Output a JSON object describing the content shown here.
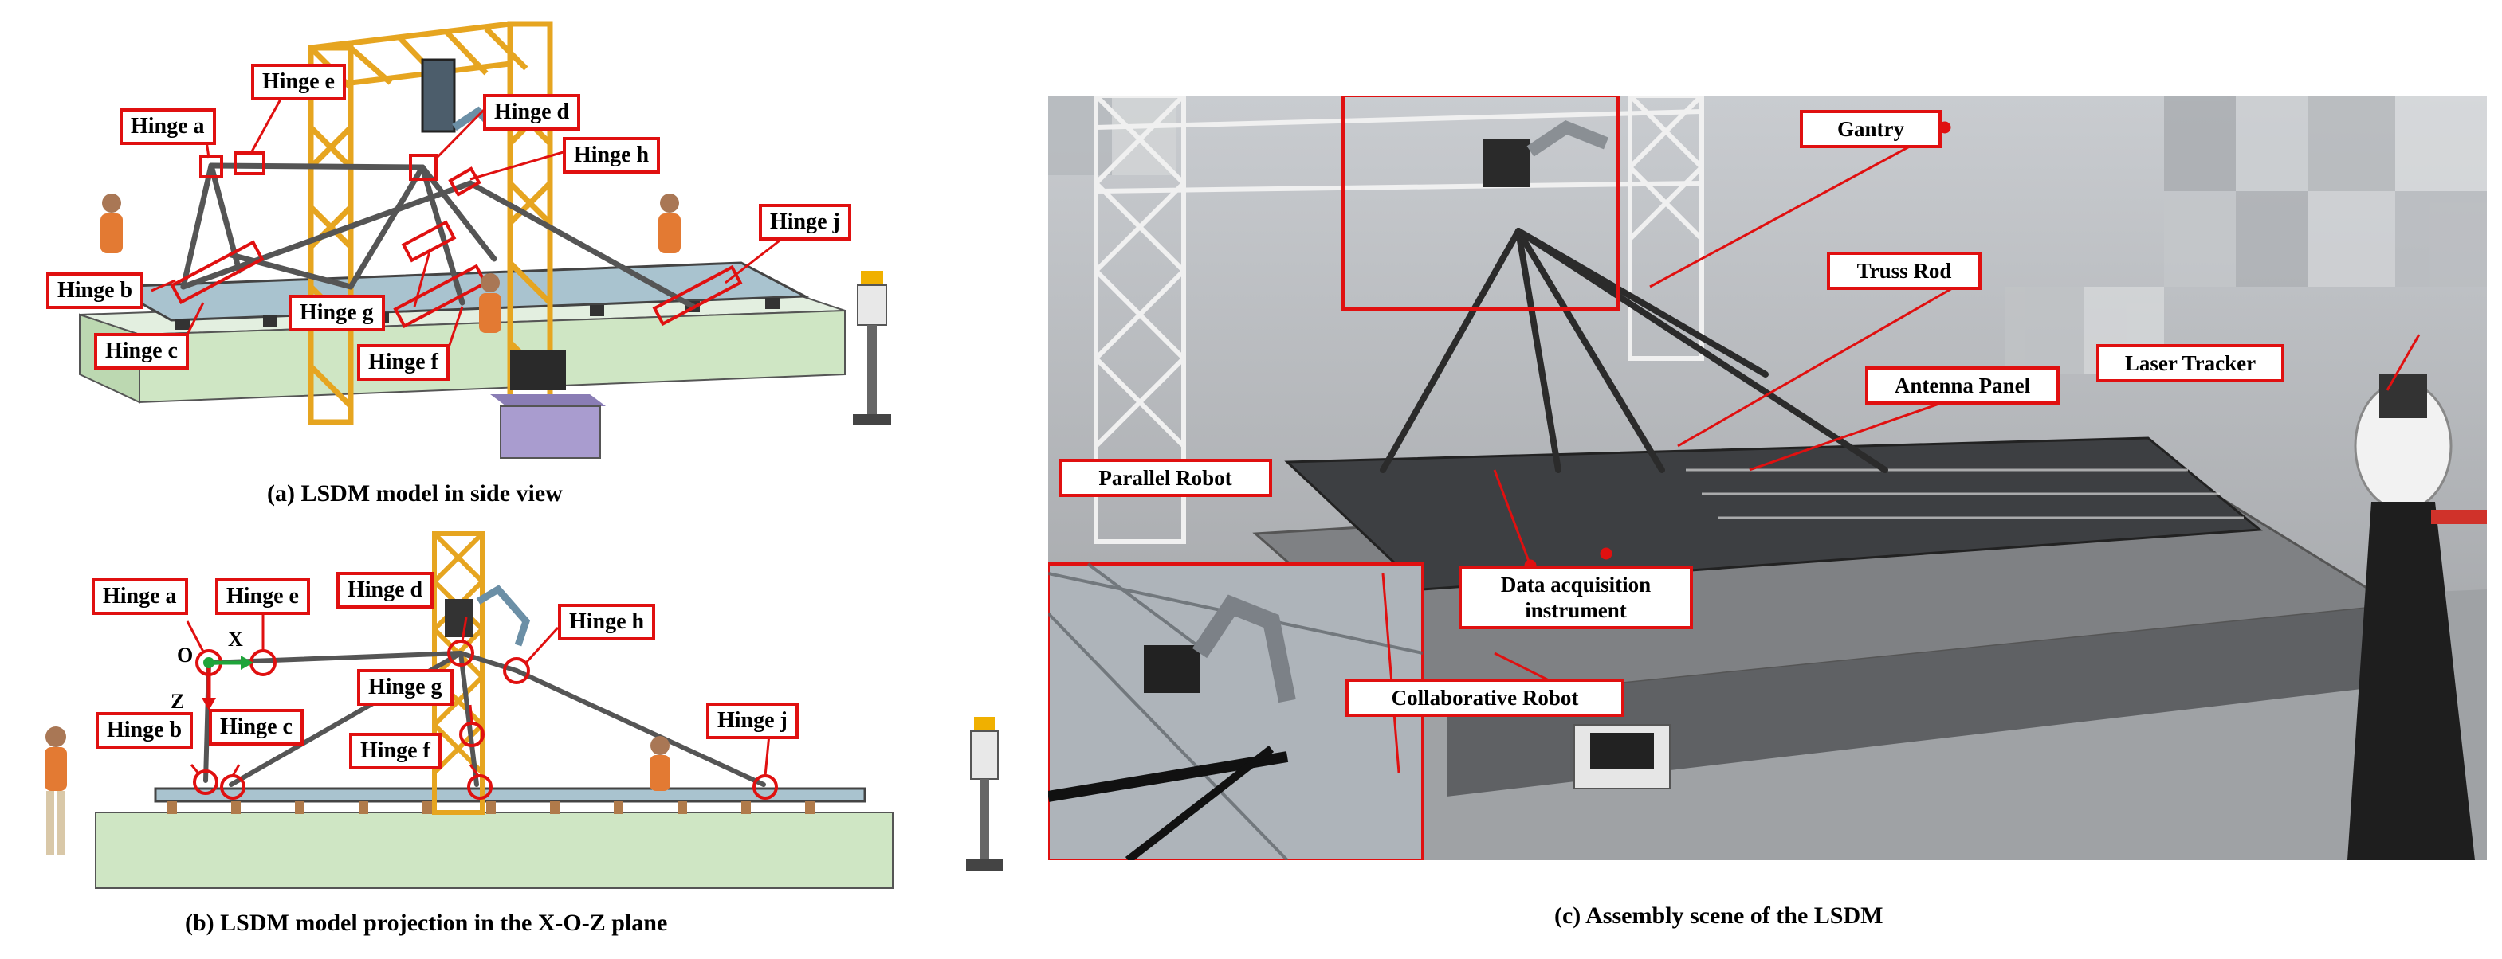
{
  "panel_a": {
    "caption": "(a)  LSDM model in side view",
    "labels": {
      "hinge_a": "Hinge a",
      "hinge_b": "Hinge b",
      "hinge_c": "Hinge c",
      "hinge_d": "Hinge d",
      "hinge_e": "Hinge e",
      "hinge_f": "Hinge f",
      "hinge_g": "Hinge g",
      "hinge_h": "Hinge h",
      "hinge_j": "Hinge j"
    }
  },
  "panel_b": {
    "caption": "(b)  LSDM model projection in the X-O-Z plane",
    "axes": {
      "origin": "O",
      "x": "X",
      "z": "Z"
    },
    "labels": {
      "hinge_a": "Hinge a",
      "hinge_b": "Hinge b",
      "hinge_c": "Hinge c",
      "hinge_d": "Hinge d",
      "hinge_e": "Hinge e",
      "hinge_f": "Hinge f",
      "hinge_g": "Hinge g",
      "hinge_h": "Hinge h",
      "hinge_j": "Hinge j"
    }
  },
  "panel_c": {
    "caption": "(c)  Assembly scene of the LSDM",
    "labels": {
      "gantry": "Gantry",
      "truss_rod": "Truss Rod",
      "antenna_panel": "Antenna Panel",
      "laser_tracker": "Laser Tracker",
      "parallel_robot": "Parallel Robot",
      "data_acq_line1": "Data acquisition",
      "data_acq_line2": "instrument",
      "collaborative_robot": "Collaborative Robot"
    }
  },
  "colors": {
    "label_border": "#e01010",
    "gantry": "#f2b530",
    "base": "#cfe6c4",
    "axis_x": "#1fa43a",
    "axis_z": "#e01010"
  }
}
